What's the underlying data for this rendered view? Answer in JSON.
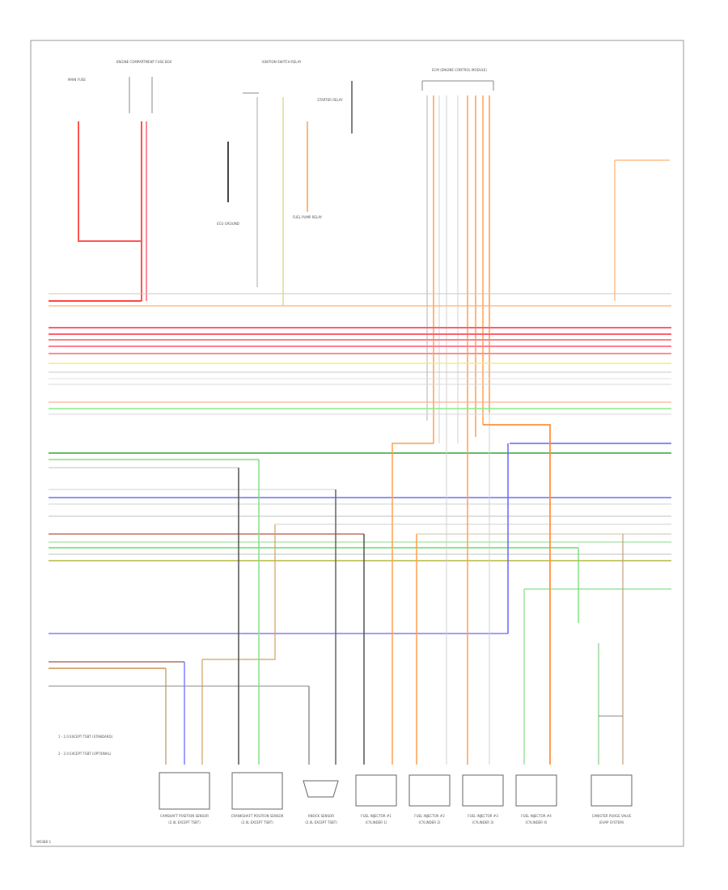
{
  "diagram": {
    "notes": [
      "1 - 2.0 EXCEPT TSBT (STANDARD)",
      "2 - 2.0 EXCEPT TSBT (OPTIONAL)"
    ],
    "footer_code": "W0386-1",
    "top_labels": {
      "main_fuse": "MAIN FUSE",
      "power_dist": "ENGINE COMPARTMENT FUSE BOX",
      "ecu_ground": "ECU GROUND",
      "ignition_relay": "IGNITION SWITCH RELAY",
      "fuel_pump_relay": "FUEL PUMP RELAY",
      "starter_relay": "STARTER RELAY",
      "ecm_connector": "ECM (ENGINE CONTROL MODULE)"
    },
    "components": [
      "CAMSHAFT POSITION SENSOR",
      "CRANKSHAFT POSITION SENSOR",
      "KNOCK SENSOR",
      "FUEL INJECTOR #1",
      "FUEL INJECTOR #2",
      "FUEL INJECTOR #3",
      "FUEL INJECTOR #4",
      "CANISTER PURGE VALVE"
    ],
    "component_sublabels": [
      "(2.0L EXCEPT TSBT)",
      "(2.0L EXCEPT TSBT)",
      "(2.0L EXCEPT TSBT)",
      "(CYLINDER 1)",
      "(CYLINDER 2)",
      "(CYLINDER 3)",
      "(CYLINDER 4)",
      "(EVAP SYSTEM)"
    ],
    "wires": [
      {
        "color_name": "RED",
        "stroke": "#ff6666"
      },
      {
        "color_name": "PNK",
        "stroke": "#ff8899"
      },
      {
        "color_name": "ORG",
        "stroke": "#ffb060"
      },
      {
        "color_name": "YEL",
        "stroke": "#e8e070"
      },
      {
        "color_name": "GRY",
        "stroke": "#a0a0a0"
      },
      {
        "color_name": "GRN",
        "stroke": "#66dd66"
      },
      {
        "color_name": "BLU",
        "stroke": "#6666ff"
      },
      {
        "color_name": "BRN",
        "stroke": "#c89060"
      },
      {
        "color_name": "BLK",
        "stroke": "#505050"
      }
    ]
  }
}
